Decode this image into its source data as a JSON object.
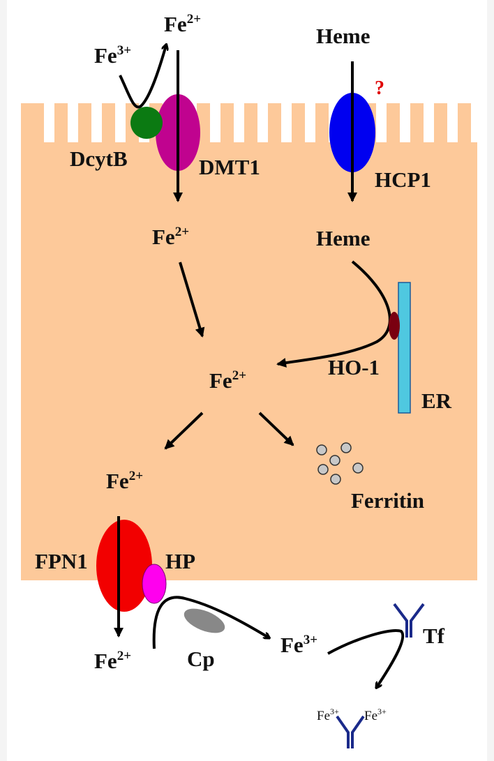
{
  "colors": {
    "cell": "#fdc99a",
    "dcytb": "#0b7a12",
    "dmt1": "#c0038f",
    "hcp1": "#0000f0",
    "er": "#4fc8e0",
    "ho1": "#7a0010",
    "fpn1": "#f20000",
    "hp": "#ff00ee",
    "cp": "#888888",
    "tf": "#1a2a8a",
    "question": "#e00000"
  },
  "labels": {
    "fe_top": {
      "base": "Fe",
      "charge": "2+"
    },
    "fe3_top": {
      "base": "Fe",
      "charge": "3+"
    },
    "heme_top": "Heme",
    "question": "?",
    "dcytb": "DcytB",
    "dmt1": "DMT1",
    "hcp1": "HCP1",
    "fe_mid_left": {
      "base": "Fe",
      "charge": "2+"
    },
    "heme_mid": "Heme",
    "fe_center": {
      "base": "Fe",
      "charge": "2+"
    },
    "ho1": "HO-1",
    "er": "ER",
    "fe_lower": {
      "base": "Fe",
      "charge": "2+"
    },
    "ferritin": "Ferritin",
    "fpn1": "FPN1",
    "hp": "HP",
    "fe_out": {
      "base": "Fe",
      "charge": "2+"
    },
    "cp": "Cp",
    "fe3_out": {
      "base": "Fe",
      "charge": "3+"
    },
    "tf": "Tf",
    "fe3_bound_left": {
      "base": "Fe",
      "charge": "3+"
    },
    "fe3_bound_right": {
      "base": "Fe",
      "charge": "3+"
    }
  }
}
